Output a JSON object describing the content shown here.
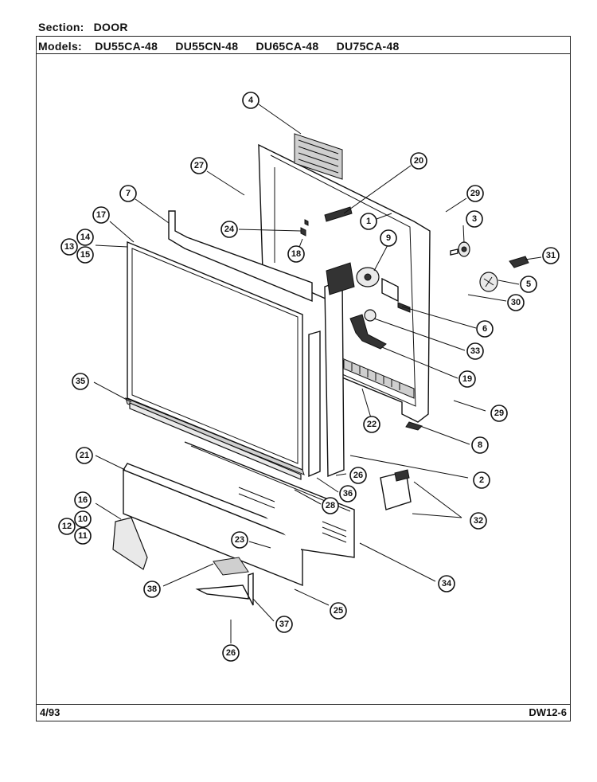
{
  "header": {
    "section_label": "Section:",
    "section_value": "DOOR",
    "models_label": "Models:",
    "models": [
      "DU55CA-48",
      "DU55CN-48",
      "DU65CA-48",
      "DU75CA-48"
    ]
  },
  "footer": {
    "date": "4/93",
    "code": "DW12-6"
  },
  "callouts": [
    {
      "id": "c4",
      "label": "4"
    },
    {
      "id": "c27",
      "label": "27"
    },
    {
      "id": "c20",
      "label": "20"
    },
    {
      "id": "c7",
      "label": "7"
    },
    {
      "id": "c17",
      "label": "17"
    },
    {
      "id": "c29a",
      "label": "29"
    },
    {
      "id": "c1",
      "label": "1"
    },
    {
      "id": "c24",
      "label": "24"
    },
    {
      "id": "c3",
      "label": "3"
    },
    {
      "id": "c14",
      "label": "14"
    },
    {
      "id": "c13",
      "label": "13"
    },
    {
      "id": "c15",
      "label": "15"
    },
    {
      "id": "c18",
      "label": "18"
    },
    {
      "id": "c9",
      "label": "9"
    },
    {
      "id": "c31",
      "label": "31"
    },
    {
      "id": "c5",
      "label": "5"
    },
    {
      "id": "c30",
      "label": "30"
    },
    {
      "id": "c6",
      "label": "6"
    },
    {
      "id": "c33",
      "label": "33"
    },
    {
      "id": "c19",
      "label": "19"
    },
    {
      "id": "c35",
      "label": "35"
    },
    {
      "id": "c29b",
      "label": "29"
    },
    {
      "id": "c22",
      "label": "22"
    },
    {
      "id": "c8",
      "label": "8"
    },
    {
      "id": "c21",
      "label": "21"
    },
    {
      "id": "c2",
      "label": "2"
    },
    {
      "id": "c26a",
      "label": "26"
    },
    {
      "id": "c36",
      "label": "36"
    },
    {
      "id": "c28",
      "label": "28"
    },
    {
      "id": "c32",
      "label": "32"
    },
    {
      "id": "c16",
      "label": "16"
    },
    {
      "id": "c10",
      "label": "10"
    },
    {
      "id": "c12",
      "label": "12"
    },
    {
      "id": "c11",
      "label": "11"
    },
    {
      "id": "c23",
      "label": "23"
    },
    {
      "id": "c34",
      "label": "34"
    },
    {
      "id": "c38",
      "label": "38"
    },
    {
      "id": "c25",
      "label": "25"
    },
    {
      "id": "c37",
      "label": "37"
    },
    {
      "id": "c26b",
      "label": "26"
    }
  ]
}
